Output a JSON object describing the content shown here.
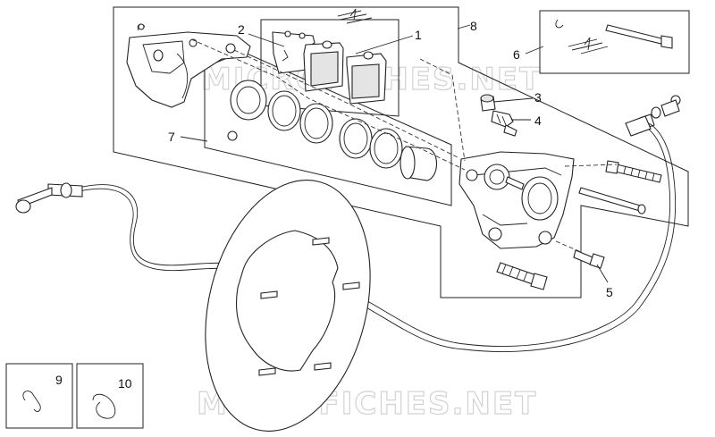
{
  "watermark": "MICROFICHES.NET",
  "callouts": {
    "c1": "1",
    "c2": "2",
    "c3": "3",
    "c4": "4",
    "c5": "5",
    "c6": "6",
    "c7": "7",
    "c8": "8",
    "c9": "9",
    "c10": "10"
  }
}
